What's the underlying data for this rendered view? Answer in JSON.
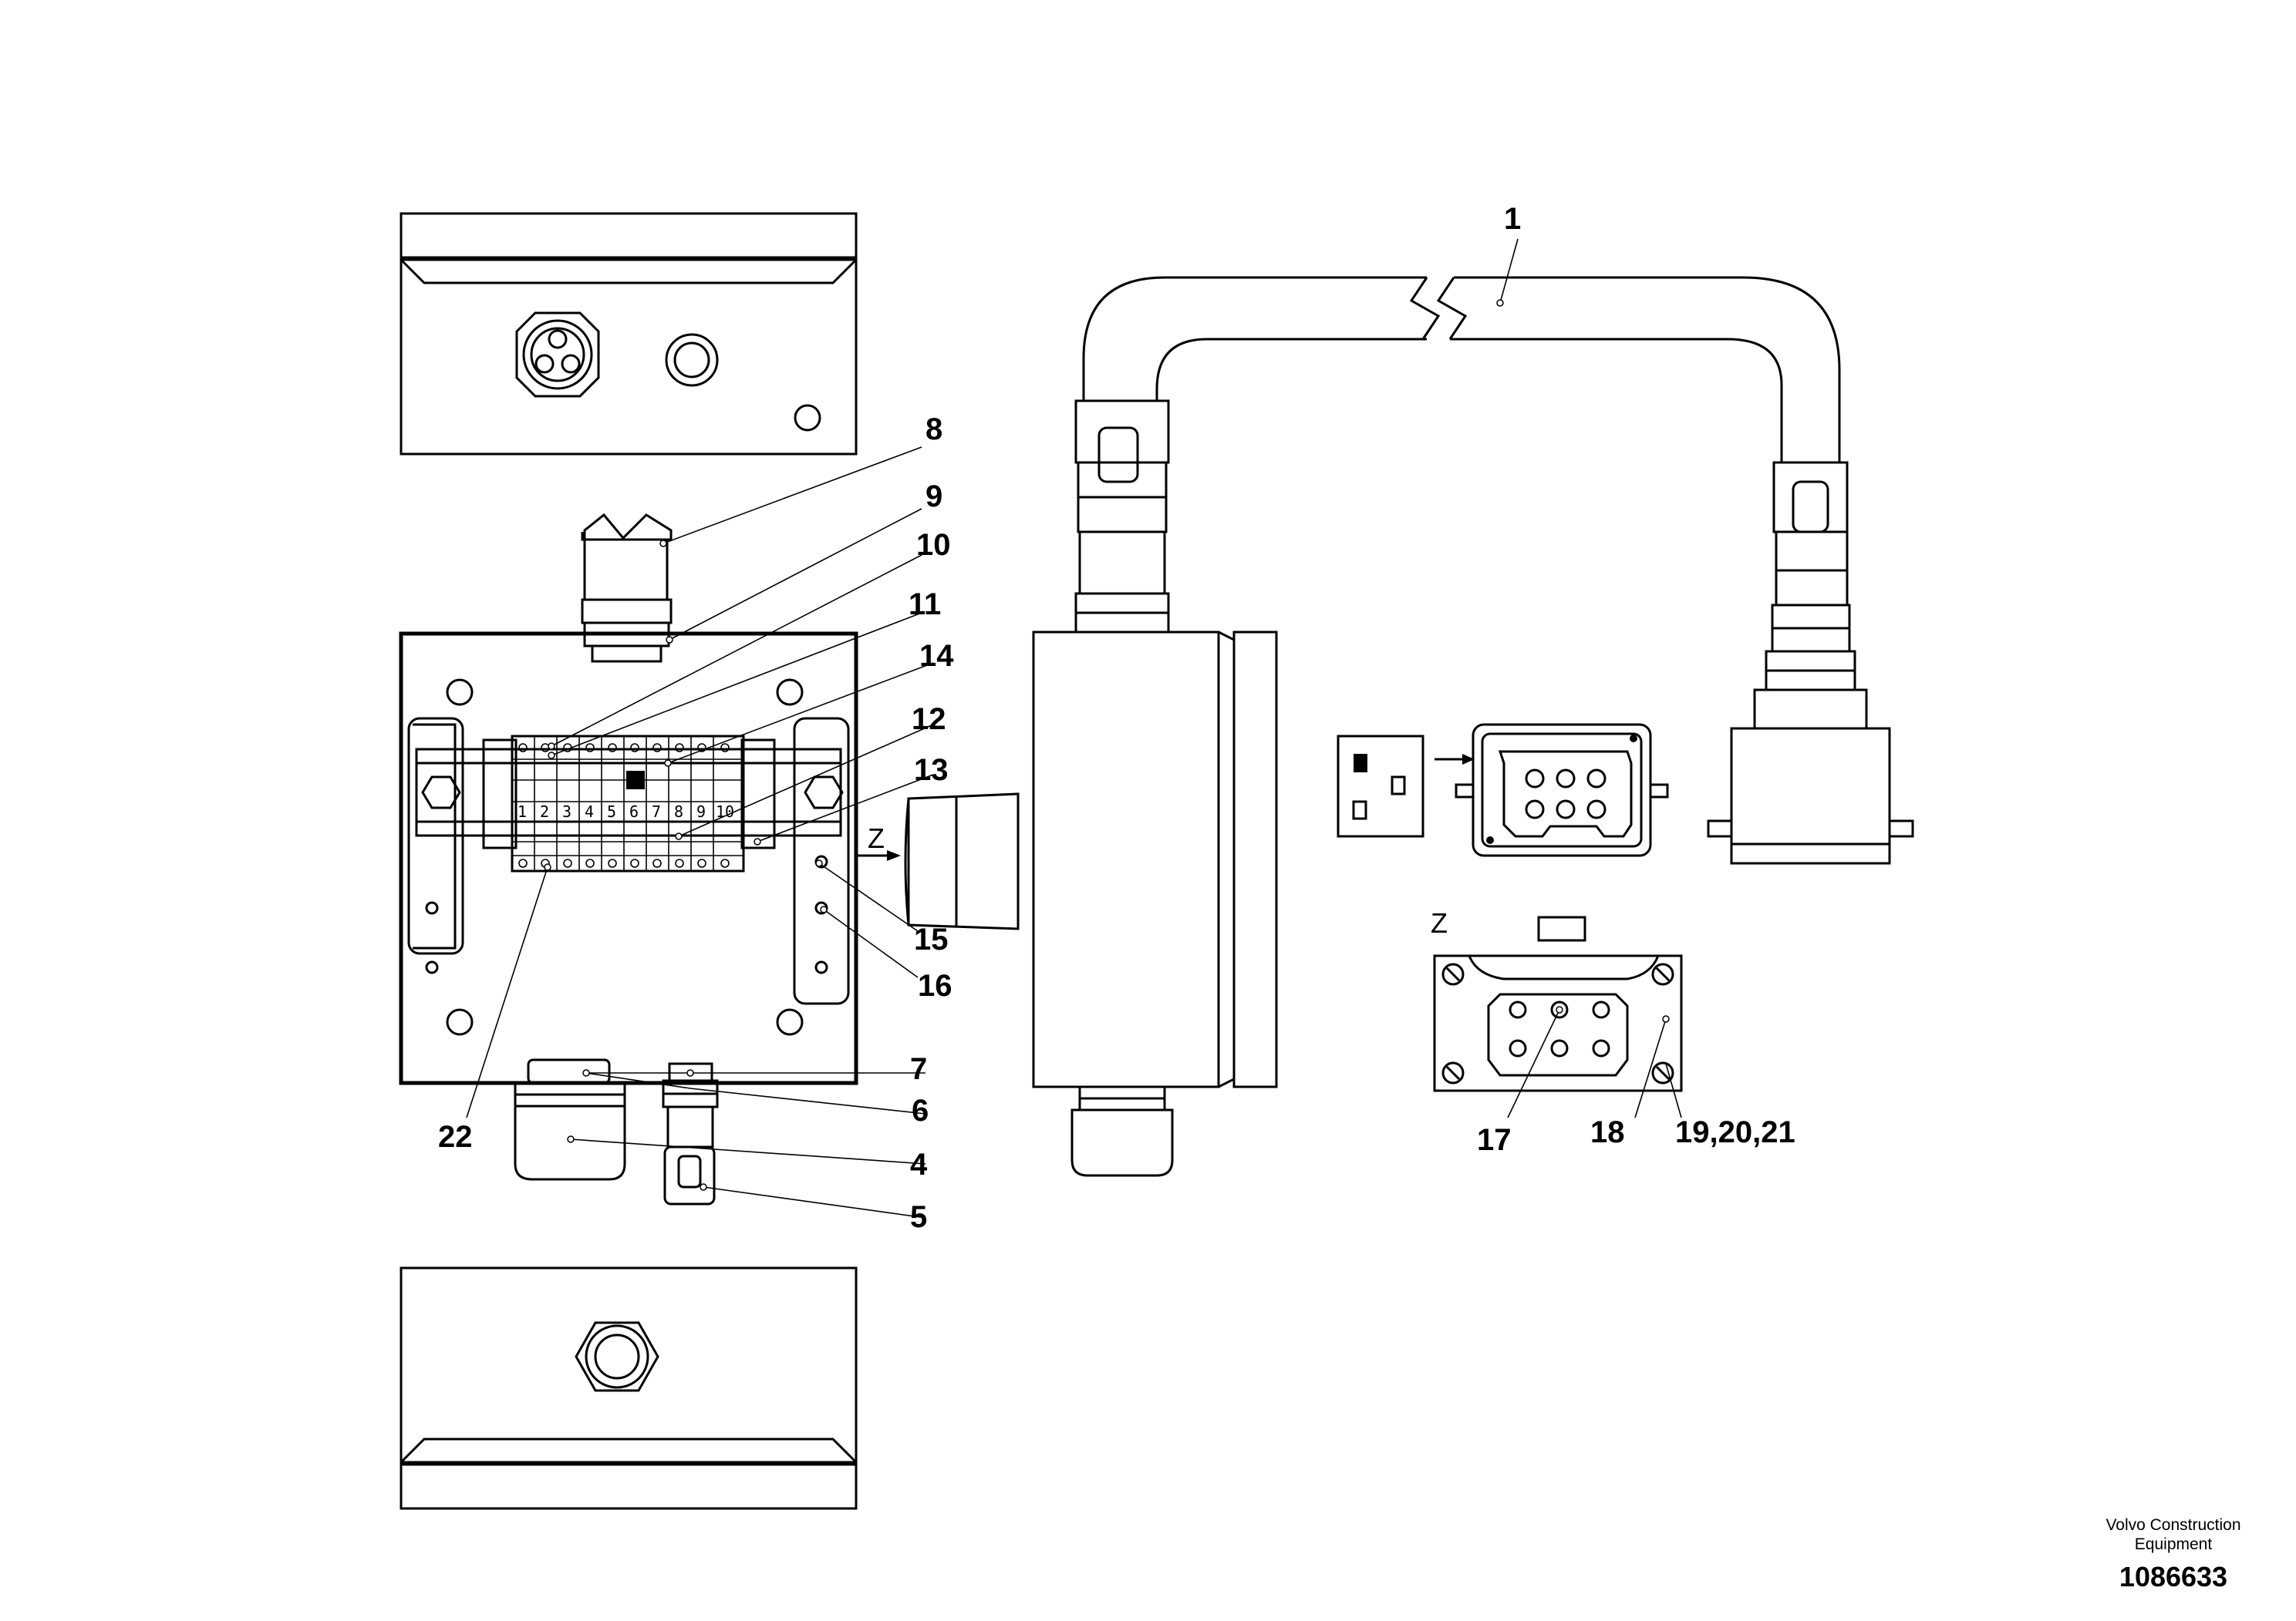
{
  "callouts": {
    "c1": "1",
    "c4": "4",
    "c5": "5",
    "c6": "6",
    "c7": "7",
    "c8": "8",
    "c9": "9",
    "c10": "10",
    "c11": "11",
    "c12": "12",
    "c13": "13",
    "c14": "14",
    "c15": "15",
    "c16": "16",
    "c17": "17",
    "c18": "18",
    "c19": "19,20,21",
    "c22": "22"
  },
  "terminal_numbers": [
    "1",
    "2",
    "3",
    "4",
    "5",
    "6",
    "7",
    "8",
    "9",
    "10"
  ],
  "view_label": "Z",
  "view_arrow_label": "Z",
  "footer": {
    "brand_line1": "Volvo Construction",
    "brand_line2": "Equipment",
    "doc_number": "1086633"
  }
}
